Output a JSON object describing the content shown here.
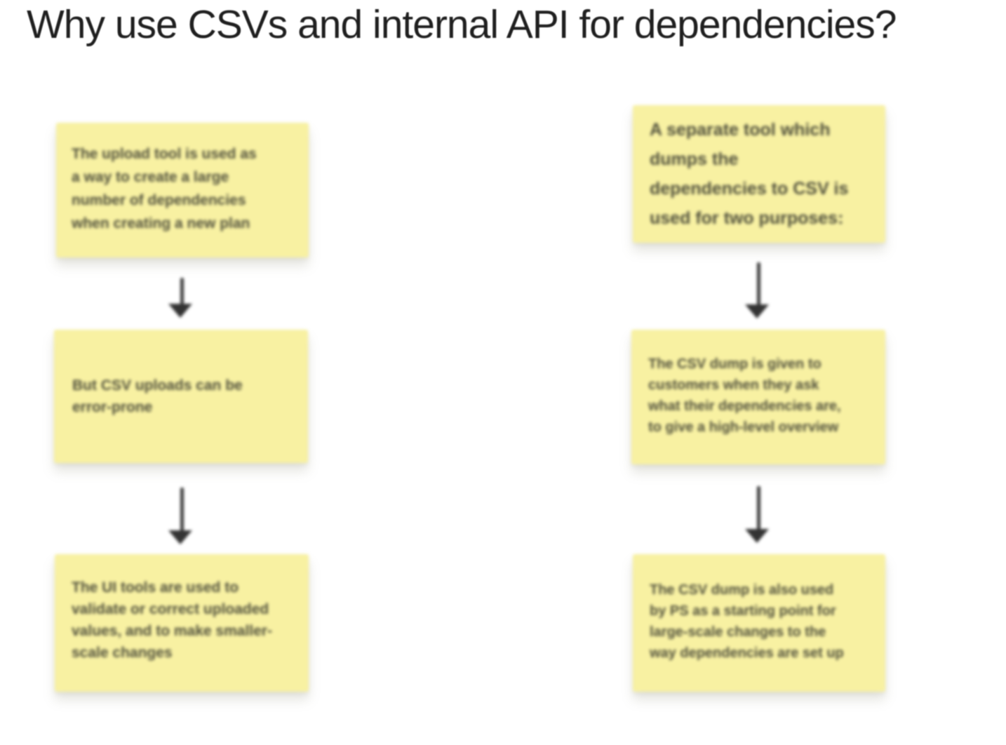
{
  "title": "Why use CSVs and internal API for dependencies?",
  "colors": {
    "background": "#FFFFFF",
    "note_fill": "#F8F1A2",
    "note_text": "#50503C",
    "arrow": "#3A3A3A",
    "title_text": "#1F1F1F"
  },
  "columns": [
    {
      "notes": [
        {
          "text": "The upload tool is used as\na way to create a large\nnumber of dependencies\nwhen creating a new plan"
        },
        {
          "text": "But CSV uploads can be\nerror-prone"
        },
        {
          "text": "The UI tools are used to\nvalidate or correct uploaded\nvalues, and to make smaller-\nscale changes"
        }
      ]
    },
    {
      "notes": [
        {
          "text": "A separate tool which\ndumps the\ndependencies to CSV is\nused for two purposes:"
        },
        {
          "text": "The CSV dump is given to\ncustomers when they ask\nwhat their dependencies are,\nto give a high-level overview"
        },
        {
          "text": "The CSV dump is also used\nby PS as a starting point for\nlarge-scale changes to the\nway dependencies are set up"
        }
      ]
    }
  ]
}
